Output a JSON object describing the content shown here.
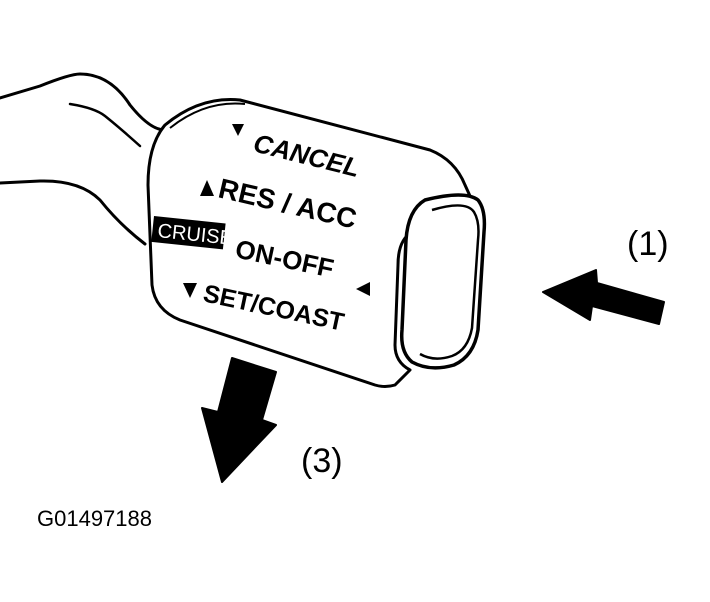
{
  "switch_labels": {
    "cancel": "CANCEL",
    "res_acc": "RES / ACC",
    "cruise_badge": "CRUISE",
    "on_off": "ON-OFF",
    "set_coast": "SET/COAST"
  },
  "callouts": {
    "push_end": "(1)",
    "pull_down": "(3)"
  },
  "figure_id": "G01497188",
  "colors": {
    "ink": "#000000",
    "paper": "#ffffff"
  }
}
